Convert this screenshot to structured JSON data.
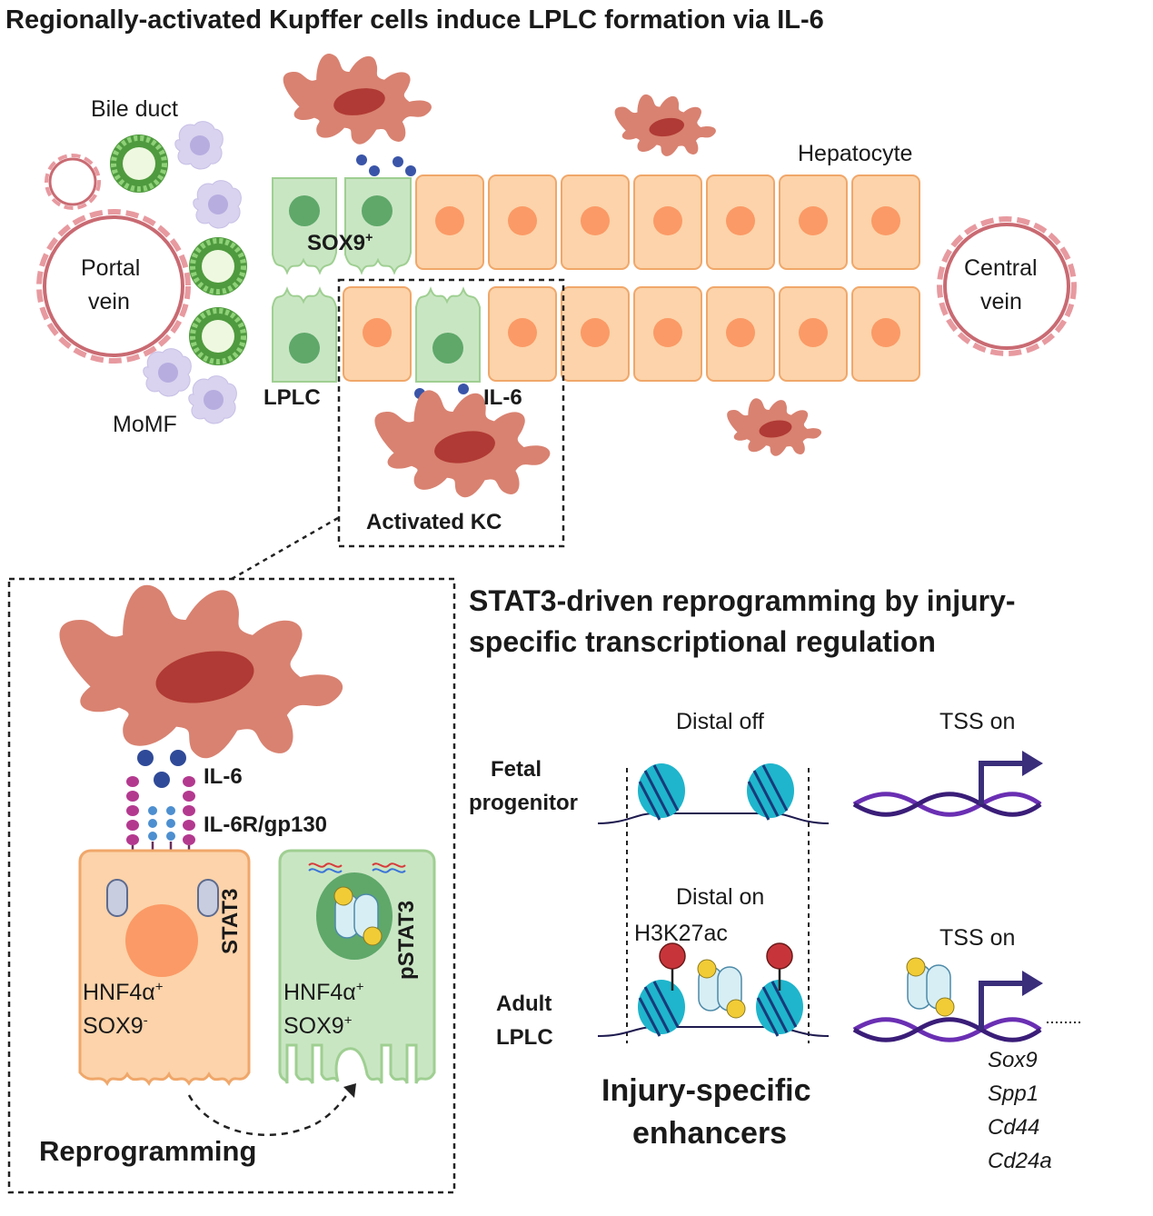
{
  "title": "Regionally-activated Kupffer cells induce LPLC formation via IL-6",
  "labels": {
    "bile_duct": "Bile duct",
    "hepatocyte": "Hepatocyte",
    "portal_vein": [
      "Portal",
      "vein"
    ],
    "central_vein": [
      "Central",
      "vein"
    ],
    "sox9_plus": "SOX9",
    "sox9_sup": "+",
    "lplc": "LPLC",
    "il6": "IL-6",
    "momf": "MoMF",
    "activated_kc": "Activated KC"
  },
  "inset": {
    "il6": "IL-6",
    "receptor": "IL-6R/gp130",
    "stat3": "STAT3",
    "pstat3": "pSTAT3",
    "left_cell": [
      "HNF4α",
      "+",
      "SOX9",
      "-"
    ],
    "right_cell": [
      "HNF4α",
      "+",
      "SOX9",
      "+"
    ],
    "reprogramming": "Reprogramming"
  },
  "regulation": {
    "heading": [
      "STAT3-driven reprogramming by injury-",
      "specific transcriptional regulation"
    ],
    "distal_off": "Distal off",
    "distal_on": "Distal on",
    "tss_on_top": "TSS on",
    "tss_on_bottom": "TSS on",
    "h3k27ac": "H3K27ac",
    "fetal": [
      "Fetal",
      "progenitor"
    ],
    "adult": [
      "Adult",
      "LPLC"
    ],
    "enhancers": [
      "Injury-specific",
      "enhancers"
    ],
    "genes": [
      "Sox9",
      "Spp1",
      "Cd44",
      "Cd24a"
    ]
  },
  "colors": {
    "hepatocyte_fill": "#fcd3aa",
    "hepatocyte_stroke": "#f0a76a",
    "nucleus_orange": "#fb9a66",
    "lplc_fill": "#c9e6c3",
    "lplc_nucleus": "#5fa86a",
    "kupffer": "#d98271",
    "kupffer_nucleus": "#b03a35",
    "il6_dot": "#3a55a8",
    "nucleosome": "#1fb5cc",
    "dna_purple": "#6a2fb3",
    "arrow_navy": "#3a2d7a",
    "h3k27ac_red": "#c7353a",
    "stat3_yellow": "#f2cc36"
  }
}
